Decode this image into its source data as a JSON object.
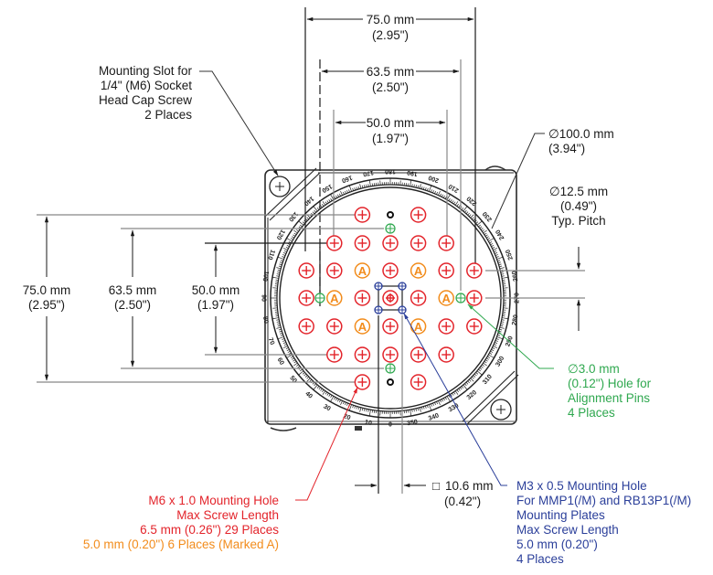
{
  "title": "Rotation mount plate mechanical drawing",
  "colors": {
    "dimension": "#1a1a1a",
    "m6_hole": "#e3242b",
    "m6_short_hole": "#f28c1c",
    "alignment_pin": "#2fa84f",
    "m3_hole": "#2b3f9a",
    "grey_line": "#8a8a8a"
  },
  "dimensions": {
    "top_75": {
      "mm": "75.0 mm",
      "in": "(2.95\")"
    },
    "top_63": {
      "mm": "63.5 mm",
      "in": "(2.50\")"
    },
    "top_50": {
      "mm": "50.0 mm",
      "in": "(1.97\")"
    },
    "left_75": {
      "mm": "75.0 mm",
      "in": "(2.95\")"
    },
    "left_63": {
      "mm": "63.5 mm",
      "in": "(2.50\")"
    },
    "left_50": {
      "mm": "50.0 mm",
      "in": "(1.97\")"
    },
    "diameter_100": {
      "mm": "∅100.0 mm",
      "in": "(3.94\")"
    },
    "pitch": {
      "mm": "∅12.5 mm",
      "in": "(0.49\")",
      "note": "Typ. Pitch"
    },
    "square_10_6": {
      "symbol": "□",
      "mm": "10.6 mm",
      "in": "(0.42\")"
    }
  },
  "callouts": {
    "mounting_slot": [
      "Mounting Slot for",
      "1/4\" (M6) Socket",
      "Head Cap Screw",
      "2 Places"
    ],
    "alignment_pins": [
      "∅3.0 mm",
      "(0.12\") Hole for",
      "Alignment Pins",
      "4 Places"
    ],
    "m6_hole": [
      "M6 x 1.0 Mounting Hole",
      "Max Screw Length",
      "6.5 mm (0.26\") 29 Places"
    ],
    "m6_hole_marked_a": "5.0 mm (0.20\") 6 Places (Marked A)",
    "m3_hole": [
      "M3 x 0.5 Mounting Hole",
      "For MMP1(/M) and RB13P1(/M)",
      "Mounting Plates",
      "Max Screw Length",
      "5.0 mm (0.20\")",
      "4 Places"
    ]
  },
  "hole_grid": {
    "pitch_mm": 12.5,
    "rows": [
      [
        "",
        "",
        "m6",
        "pin_black",
        "m6",
        "",
        ""
      ],
      [
        "",
        "",
        "",
        "align",
        "",
        "",
        ""
      ],
      [
        "",
        "m6",
        "m6",
        "m6",
        "m6",
        "m6",
        ""
      ],
      [
        "m6",
        "m6",
        "A",
        "m6",
        "A",
        "m6",
        "m6"
      ],
      [
        "m6",
        "A",
        "m6",
        "center",
        "m6",
        "A",
        "m6"
      ],
      [
        "m6",
        "m6",
        "A",
        "m6",
        "A",
        "m6",
        "m6"
      ],
      [
        "",
        "m6",
        "m6",
        "m6",
        "m6",
        "m6",
        ""
      ],
      [
        "",
        "",
        "",
        "align",
        "",
        "",
        ""
      ],
      [
        "",
        "",
        "m6",
        "pin_black",
        "m6",
        "",
        ""
      ]
    ],
    "marked_letter": "A"
  },
  "rotation_scale": {
    "labels": [
      "0",
      "10",
      "20",
      "30",
      "40",
      "50",
      "60",
      "70",
      "80",
      "90",
      "100",
      "110",
      "120",
      "130",
      "140",
      "150",
      "160",
      "170",
      "180",
      "190",
      "200",
      "210",
      "220",
      "230",
      "240",
      "250",
      "260",
      "270",
      "280",
      "290",
      "300",
      "310",
      "320",
      "330",
      "340",
      "350"
    ]
  }
}
